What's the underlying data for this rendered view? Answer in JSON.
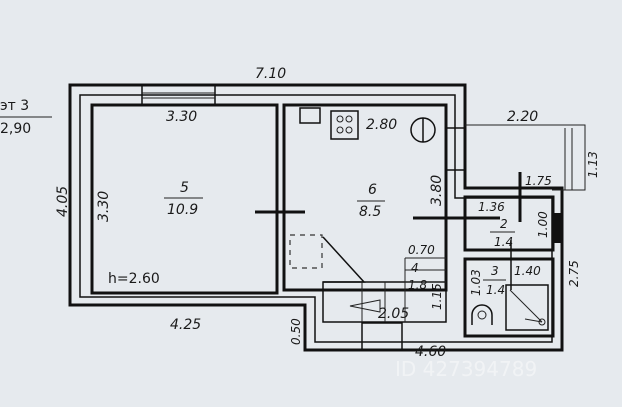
{
  "floor": {
    "label": "эт 3",
    "height": "2,90"
  },
  "dimensions": {
    "total_width": "7.10",
    "left_height": "4.05",
    "room5_width": "3.30",
    "room5_height": "3.30",
    "room6_width": "2.80",
    "room6_height": "3.80",
    "porch_width": "2.20",
    "porch_depth": "1.13",
    "annex_top": "1.75",
    "room2_width": "1.36",
    "room2_height": "1.00",
    "annex_height": "2.75",
    "room4_width": "0.70",
    "room4_height": "1.15",
    "room3_width": "1.40",
    "room3_height": "1.03",
    "stair_length": "2.05",
    "bottom_left": "4.25",
    "bottom_right": "4.60",
    "step_offset": "0.50"
  },
  "rooms": [
    {
      "number": "5",
      "area": "10.9"
    },
    {
      "number": "6",
      "area": "8.5"
    },
    {
      "number": "2",
      "area": "1.4"
    },
    {
      "number": "3",
      "area": "1.4"
    },
    {
      "number": "4",
      "area": "1.8"
    }
  ],
  "ceiling_height": "h=2.60",
  "watermark": "ID 427394789"
}
